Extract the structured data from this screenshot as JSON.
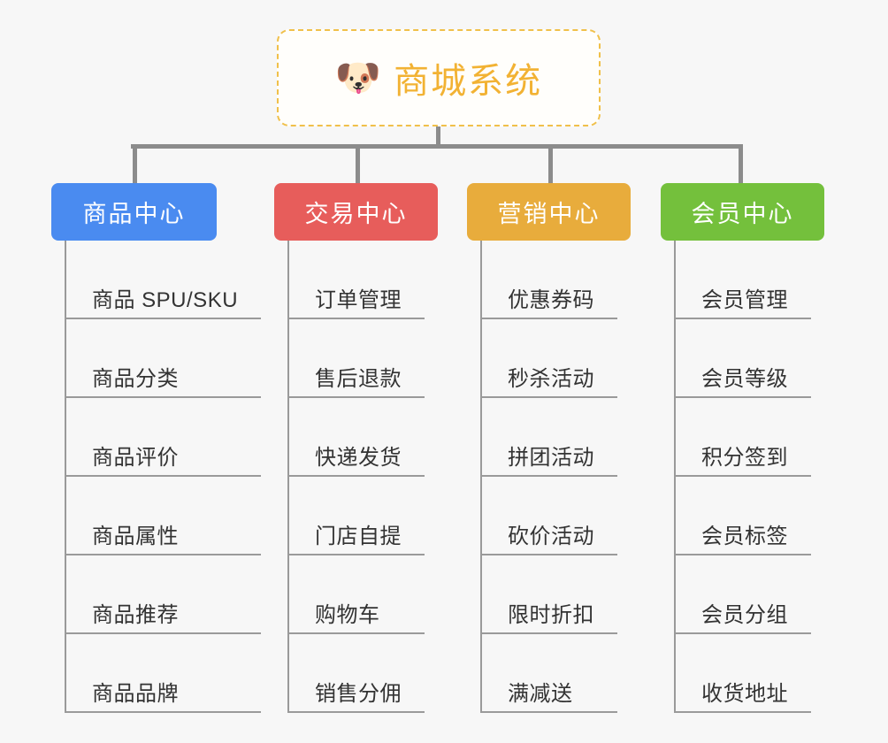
{
  "diagram": {
    "type": "mind-map",
    "background_color": "#f7f7f7",
    "root": {
      "title": "商城系统",
      "icon": "shiba-dog-face-emoji",
      "emoji": "🐶",
      "text_color": "#f2b233",
      "border_color": "#f0c04a",
      "background_color": "#fffefb"
    },
    "connector_color": "#8c8c8c",
    "branches": [
      {
        "id": "product-center",
        "label": "商品中心",
        "color": "#4a8bf0",
        "items": [
          "商品 SPU/SKU",
          "商品分类",
          "商品评价",
          "商品属性",
          "商品推荐",
          "商品品牌"
        ]
      },
      {
        "id": "trade-center",
        "label": "交易中心",
        "color": "#e75d5b",
        "items": [
          "订单管理",
          "售后退款",
          "快递发货",
          "门店自提",
          "购物车",
          "销售分佣"
        ]
      },
      {
        "id": "marketing-center",
        "label": "营销中心",
        "color": "#e8ac3c",
        "items": [
          "优惠券码",
          "秒杀活动",
          "拼团活动",
          "砍价活动",
          "限时折扣",
          "满减送"
        ]
      },
      {
        "id": "member-center",
        "label": "会员中心",
        "color": "#74c03c",
        "items": [
          "会员管理",
          "会员等级",
          "积分签到",
          "会员标签",
          "会员分组",
          "收货地址"
        ]
      }
    ]
  }
}
